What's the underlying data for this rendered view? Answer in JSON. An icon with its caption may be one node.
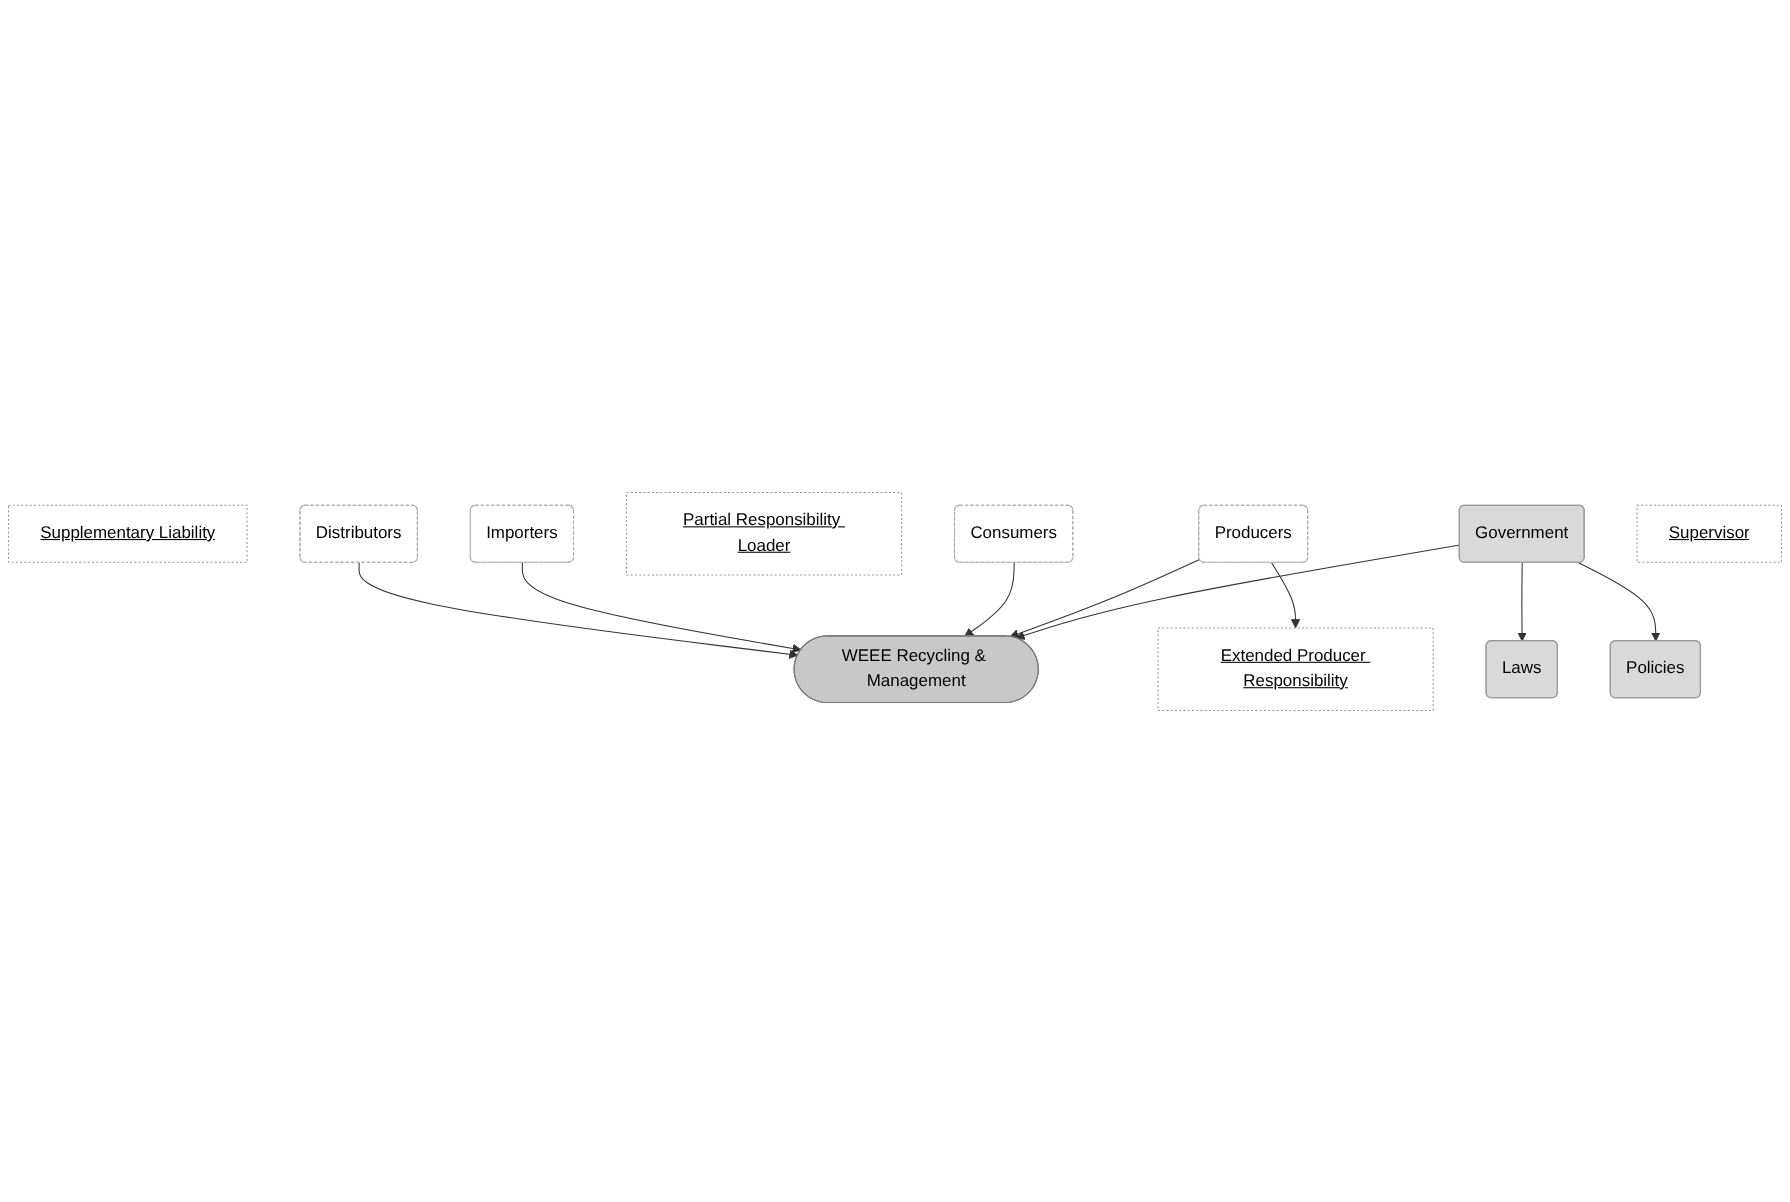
{
  "diagram": {
    "nodes": [
      {
        "text": [
          "Supplementary Liability"
        ]
      },
      {
        "text": [
          "Distributors"
        ]
      },
      {
        "text": [
          "Importers"
        ]
      },
      {
        "text": [
          "Partial Responsibility Loader"
        ]
      },
      {
        "text": [
          "Extended Producer Responsibility"
        ]
      },
      {
        "text": [
          "Consumers"
        ]
      },
      {
        "text": [
          "WEEE Recycling & Management"
        ]
      },
      {
        "text": [
          "Producers"
        ]
      },
      {
        "text": [
          "Laws"
        ]
      },
      {
        "text": [
          "Government"
        ]
      },
      {
        "text": [
          "Policies"
        ]
      },
      {
        "text": [
          "Supervisor"
        ]
      }
    ],
    "edges": [
      {
        "from": 1,
        "to": 6,
        "arrow": "to"
      },
      {
        "from": 2,
        "to": 6,
        "arrow": "to"
      },
      {
        "from": 5,
        "to": 6,
        "arrow": "to"
      },
      {
        "from": 7,
        "to": 6,
        "arrow": "to"
      },
      {
        "from": 7,
        "to": 4,
        "arrow": "to"
      },
      {
        "from": 9,
        "to": 6,
        "arrow": "to"
      },
      {
        "from": 9,
        "to": 8,
        "arrow": "to"
      },
      {
        "from": 9,
        "to": 10,
        "arrow": "to"
      }
    ]
  }
}
